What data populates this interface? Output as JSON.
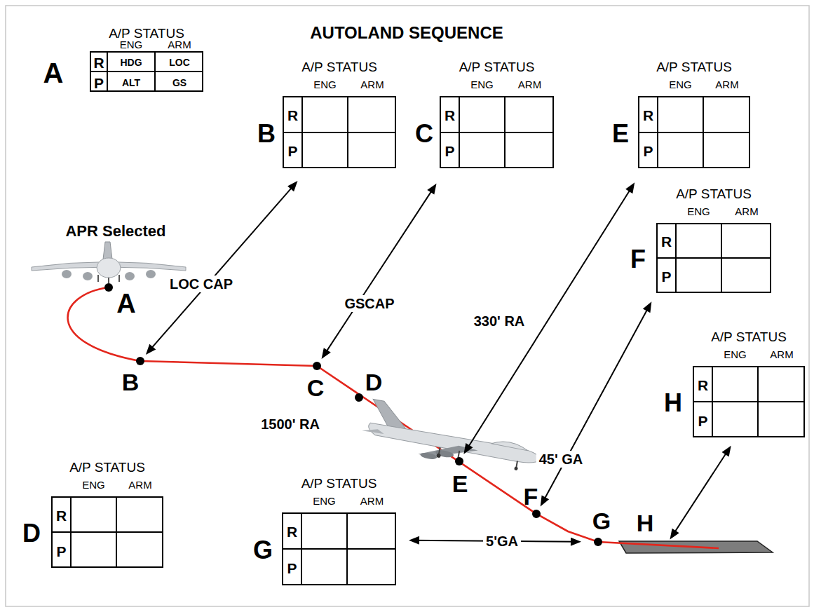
{
  "diagram": {
    "title": "AUTOLAND SEQUENCE",
    "nodes": [
      {
        "text": [
          "A/P STATUS",
          "A",
          "ENG",
          "ARM",
          "R",
          "P",
          "HDG",
          "LOC",
          "ALT",
          "GS"
        ]
      },
      {
        "text": [
          "A/P STATUS",
          "B",
          "ENG",
          "ARM",
          "R",
          "P"
        ]
      },
      {
        "text": [
          "A/P STATUS",
          "C",
          "ENG",
          "ARM",
          "R",
          "P"
        ]
      },
      {
        "text": [
          "A/P STATUS",
          "D",
          "ENG",
          "ARM",
          "R",
          "P"
        ]
      },
      {
        "text": [
          "A/P STATUS",
          "E",
          "ENG",
          "ARM",
          "R",
          "P"
        ]
      },
      {
        "text": [
          "A/P STATUS",
          "F",
          "ENG",
          "ARM",
          "R",
          "P"
        ]
      },
      {
        "text": [
          "A/P STATUS",
          "G",
          "ENG",
          "ARM",
          "R",
          "P"
        ]
      },
      {
        "text": [
          "A/P STATUS",
          "H",
          "ENG",
          "ARM",
          "R",
          "P"
        ]
      },
      {
        "text": [
          "A"
        ]
      },
      {
        "text": [
          "B"
        ]
      },
      {
        "text": [
          "C"
        ]
      },
      {
        "text": [
          "D"
        ]
      },
      {
        "text": [
          "E"
        ]
      },
      {
        "text": [
          "F"
        ]
      },
      {
        "text": [
          "G"
        ]
      },
      {
        "text": [
          "H"
        ]
      }
    ],
    "edges": [
      {
        "from": 9,
        "to": 1,
        "label": "LOC CAP",
        "arrow": "both"
      },
      {
        "from": 10,
        "to": 2,
        "label": "GSCAP",
        "arrow": "both"
      },
      {
        "from": 12,
        "to": 4,
        "label": "330' RA",
        "arrow": "both"
      },
      {
        "from": 13,
        "to": 5,
        "label": "45' GA",
        "arrow": "both"
      },
      {
        "from": 14,
        "to": 6,
        "label": "5'GA",
        "arrow": "both"
      },
      {
        "from": 15,
        "to": 7,
        "arrow": "both"
      }
    ],
    "labels": [
      "APR Selected",
      "1500' RA"
    ]
  }
}
